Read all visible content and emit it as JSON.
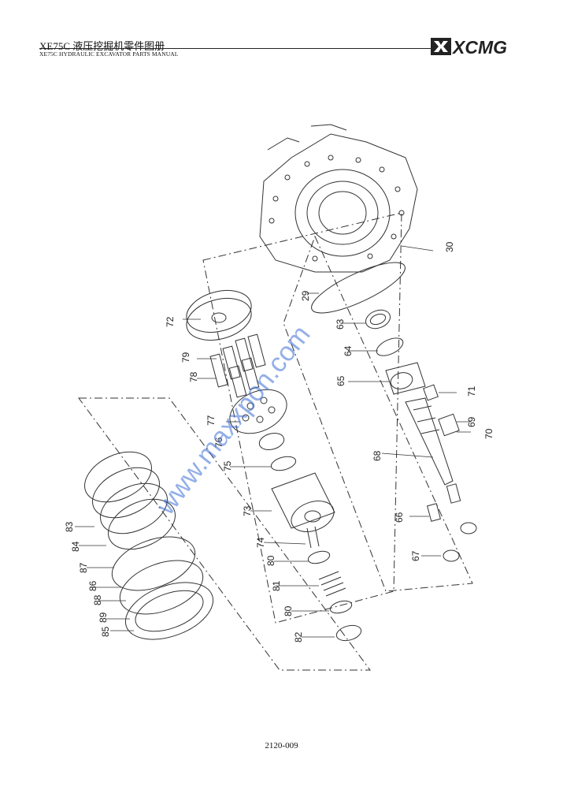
{
  "header": {
    "title": "XE75C  液压挖掘机零件图册",
    "subtitle": "XE75C HYDRAULIC EXCAVATOR PARTS MANUAL",
    "logo_text": "XCMG"
  },
  "diagram": {
    "part_labels": [
      "30",
      "29",
      "63",
      "64",
      "65",
      "71",
      "69",
      "70",
      "68",
      "66",
      "67",
      "72",
      "79",
      "78",
      "77",
      "76",
      "75",
      "73",
      "74",
      "80",
      "81",
      "80",
      "82",
      "83",
      "84",
      "87",
      "86",
      "88",
      "89",
      "85"
    ],
    "watermark": "www.maxxpon.com"
  },
  "footer": {
    "page_number": "2120-009"
  }
}
